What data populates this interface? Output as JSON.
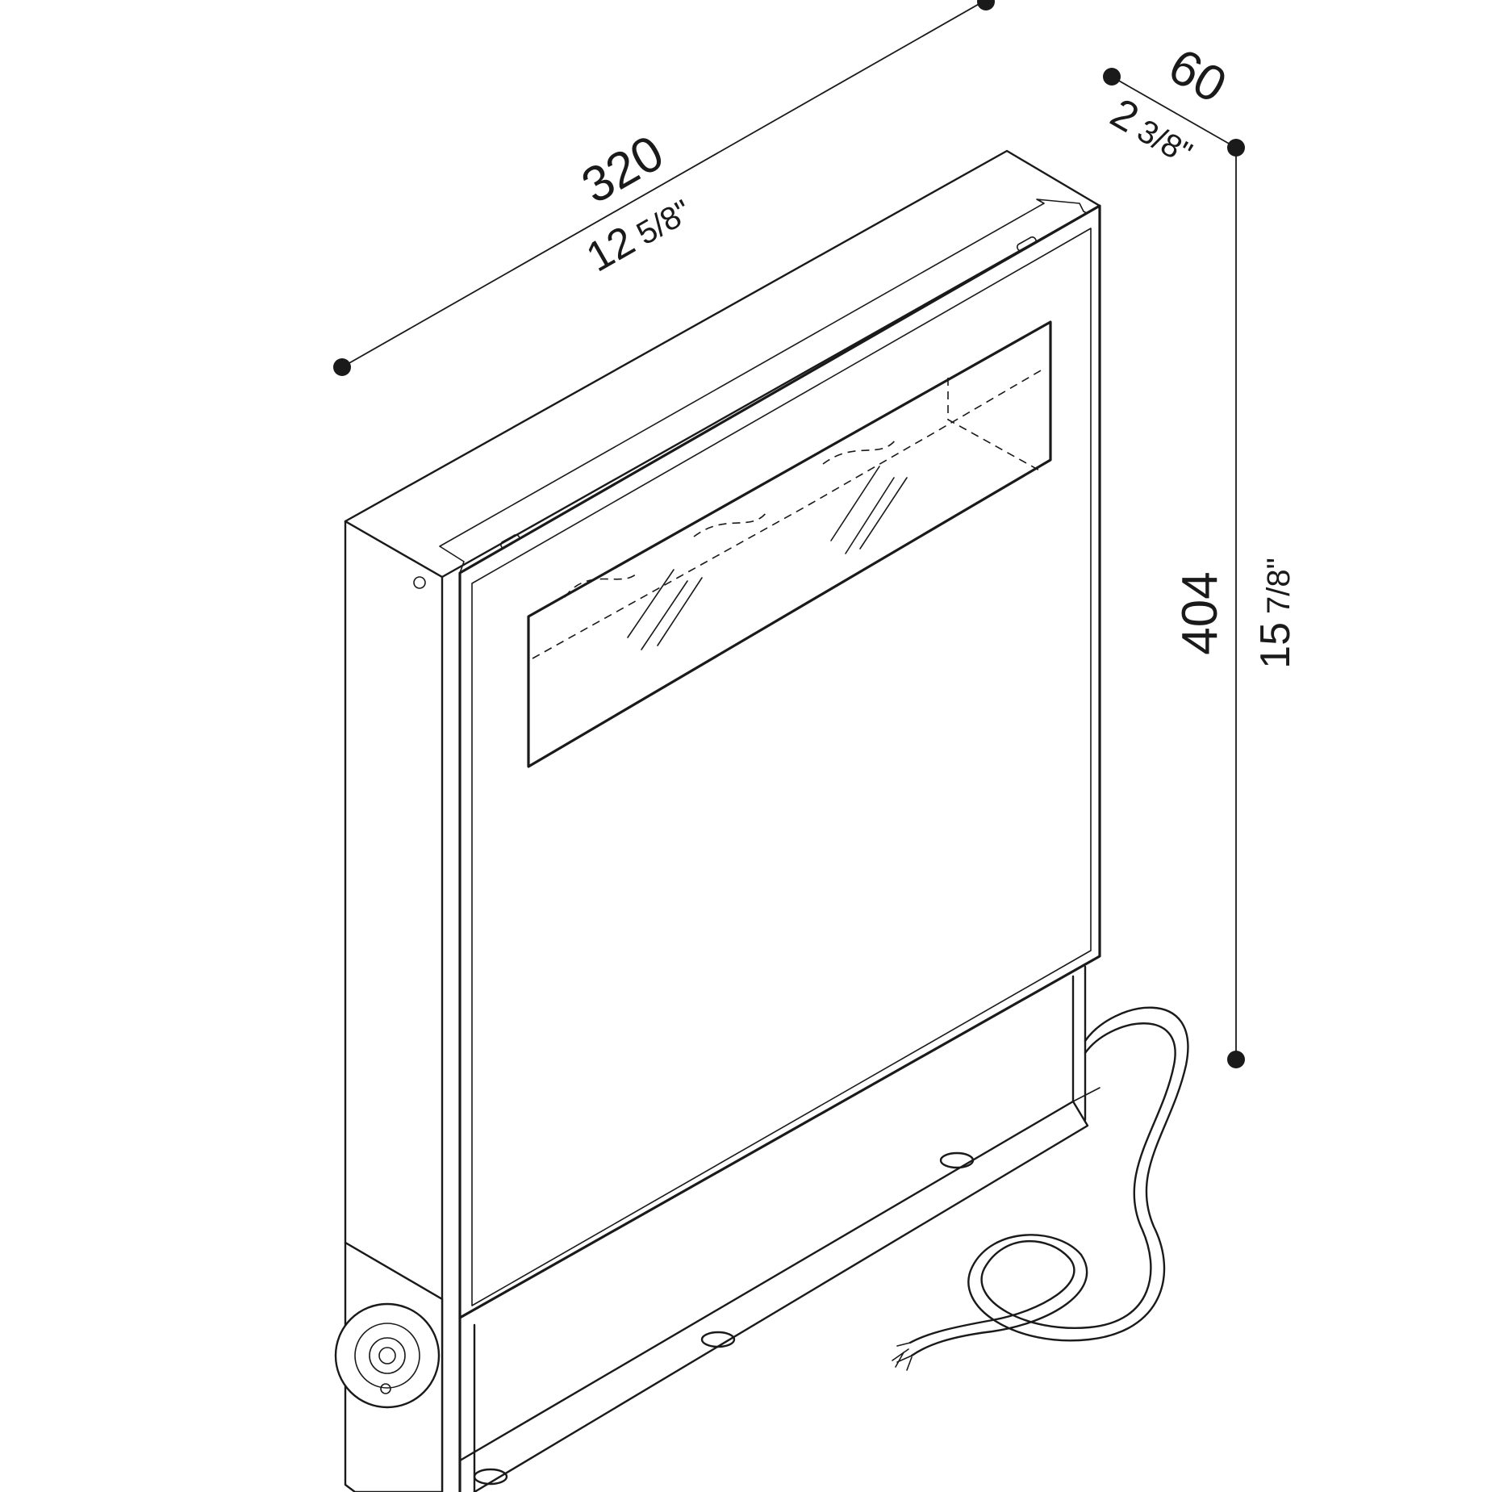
{
  "dimensions": {
    "width": {
      "metric": "320",
      "imperial_whole": "12",
      "imperial_fraction": "5/8\""
    },
    "depth": {
      "metric": "60",
      "imperial_whole": "2",
      "imperial_fraction": "3/8\""
    },
    "height": {
      "metric": "404",
      "imperial_whole": "15",
      "imperial_fraction": "7/8\""
    }
  }
}
